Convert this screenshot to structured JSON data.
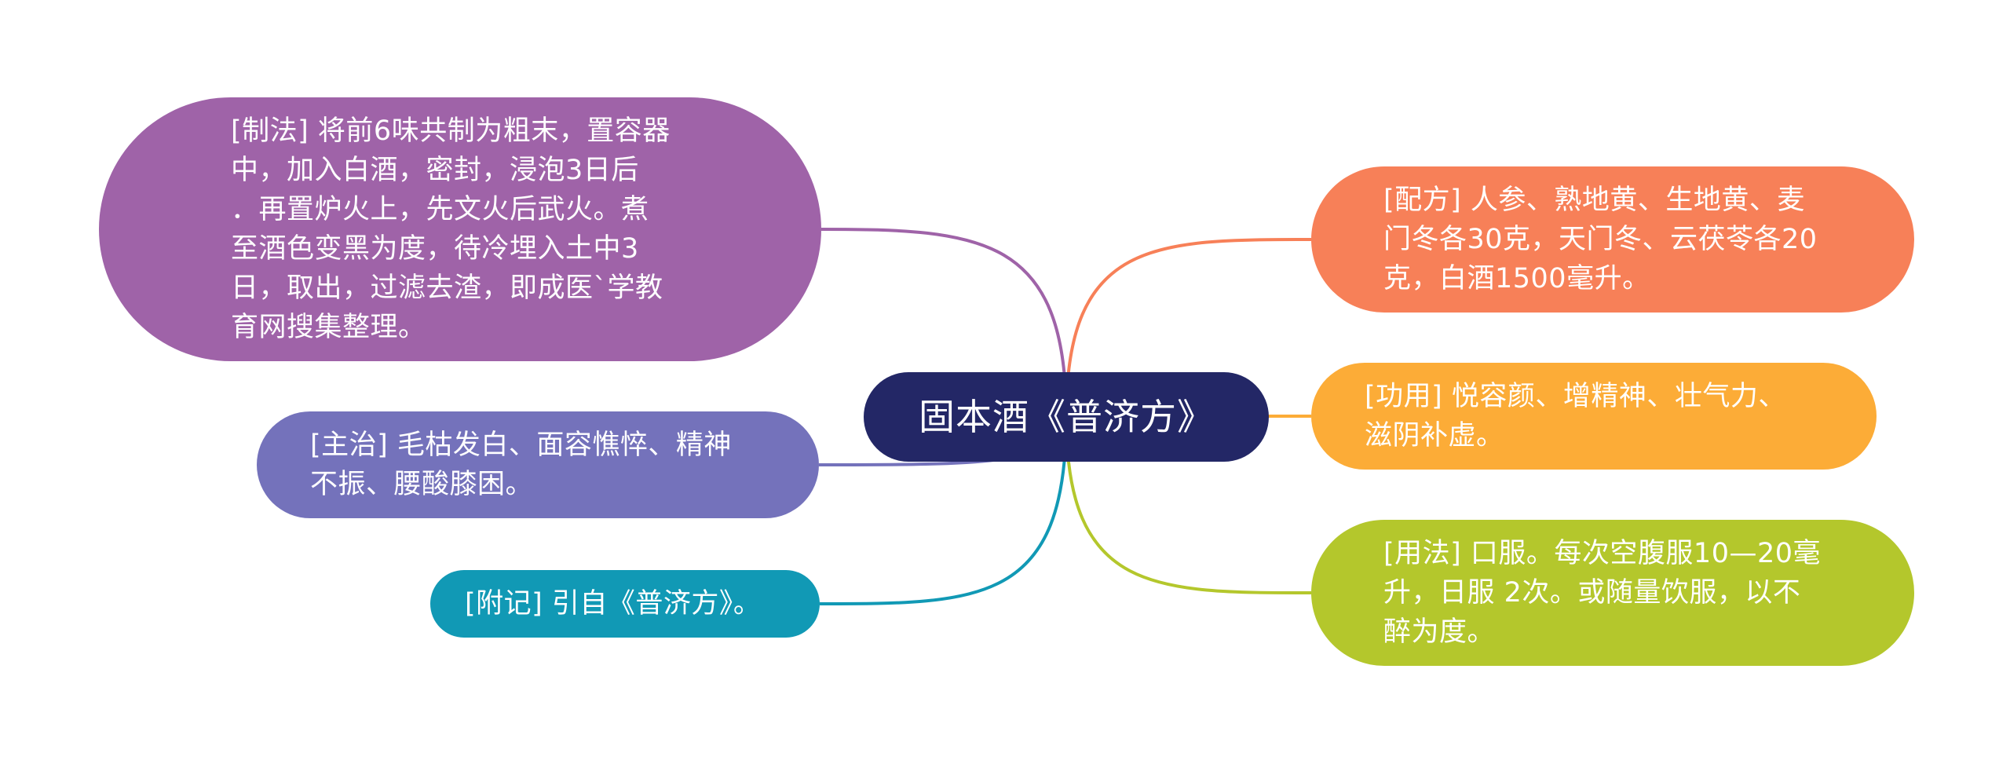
{
  "central_topic": "固本酒《普济方》",
  "branches": {
    "zhifa": "[制法] 将前6味共制为粗末，置容器\n中，加入白酒，密封，浸泡3日后\n．再置炉火上，先文火后武火。煮\n至酒色变黑为度，待冷埋入土中3\n日，取出，过滤去渣，即成医`学教\n育网搜集整理。",
    "zhuzhi": "[主治] 毛枯发白、面容憔悴、精神\n不振、腰酸膝困。",
    "fuji": "[附记] 引自《普济方》。",
    "peifang": "[配方] 人参、熟地黄、生地黄、麦\n门冬各30克，天门冬、云茯苓各20\n克，白酒1500毫升。",
    "gongyong": "[功用] 悦容颜、增精神、壮气力、\n滋阴补虚。",
    "yongfa": "[用法] 口服。每次空腹服10—20毫\n升，日服 2次。或随量饮服，以不\n醉为度。"
  },
  "colors": {
    "center": "#232766",
    "zhifa": "#9f63a8",
    "zhuzhi": "#7472bb",
    "fuji": "#1199b5",
    "peifang": "#f78058",
    "gongyong": "#fcac37",
    "yongfa": "#b4c72c"
  }
}
